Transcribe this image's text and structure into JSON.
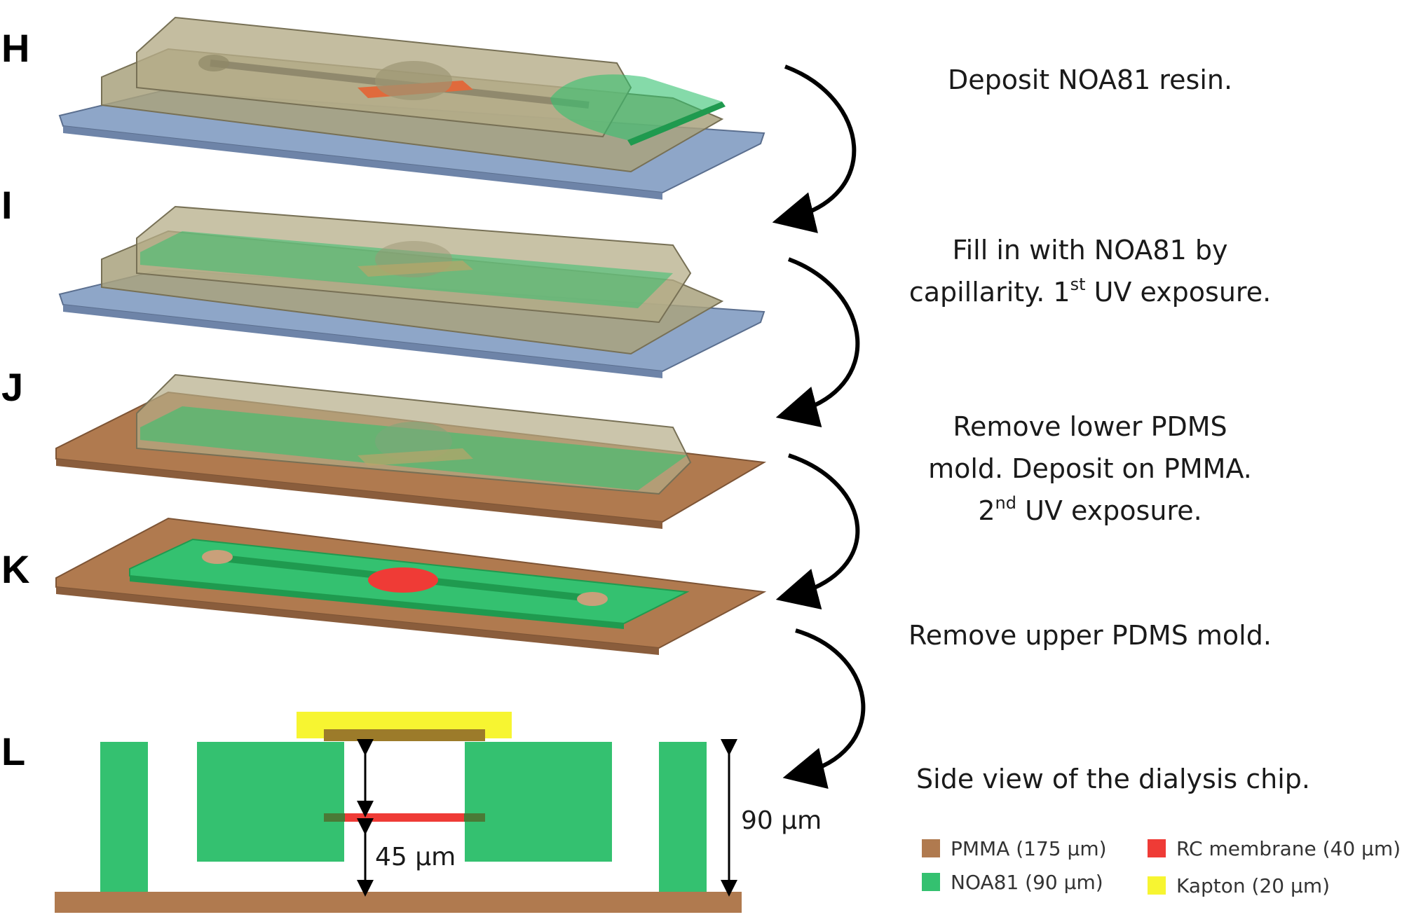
{
  "panels": [
    {
      "letter": "H"
    },
    {
      "letter": "I"
    },
    {
      "letter": "J"
    },
    {
      "letter": "K"
    },
    {
      "letter": "L"
    }
  ],
  "steps": {
    "h": [
      "Deposit NOA81 resin."
    ],
    "i1": "Fill in with NOA81 by",
    "i2a": "capillarity. 1",
    "i2sup": "st",
    "i2b": " UV exposure.",
    "j1": "Remove lower PDMS",
    "j2": "mold. Deposit on PMMA.",
    "j3a": "2",
    "j3sup": "nd",
    "j3b": " UV exposure.",
    "k": "Remove upper PDMS mold.",
    "l": "Side view of the dialysis chip."
  },
  "dimensions": {
    "total": "90 µm",
    "half": "45 µm"
  },
  "legend": [
    {
      "label": "PMMA (175 µm)",
      "color": "#b07a4f"
    },
    {
      "label": "RC membrane  (40 µm)",
      "color": "#ef3b36"
    },
    {
      "label": "NOA81  (90 µm)",
      "color": "#34c170"
    },
    {
      "label": "Kapton  (20 µm)",
      "color": "#f7f531"
    }
  ],
  "colors": {
    "pmma": "#b07a4f",
    "noa81": "#34c170",
    "membrane": "#ef3b36",
    "kapton": "#f7f531",
    "glass": "#8ea6c8",
    "pdms": "#a9a27e"
  }
}
